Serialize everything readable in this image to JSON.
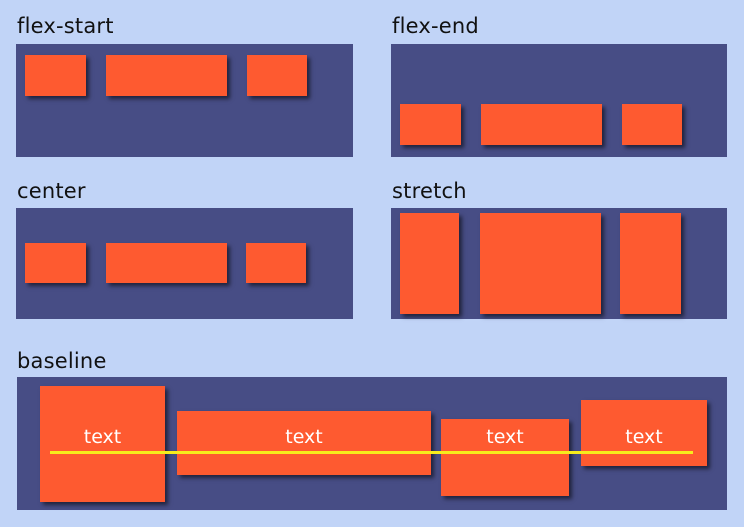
{
  "panels": {
    "flex_start": {
      "label": "flex-start"
    },
    "flex_end": {
      "label": "flex-end"
    },
    "center": {
      "label": "center"
    },
    "stretch": {
      "label": "stretch"
    },
    "baseline": {
      "label": "baseline",
      "items": [
        {
          "text": "text"
        },
        {
          "text": "text"
        },
        {
          "text": "text"
        },
        {
          "text": "text"
        }
      ]
    }
  },
  "colors": {
    "background": "#c1d4f7",
    "container": "#474d85",
    "item": "#fe5a30",
    "baseline": "#f7ec1c"
  }
}
